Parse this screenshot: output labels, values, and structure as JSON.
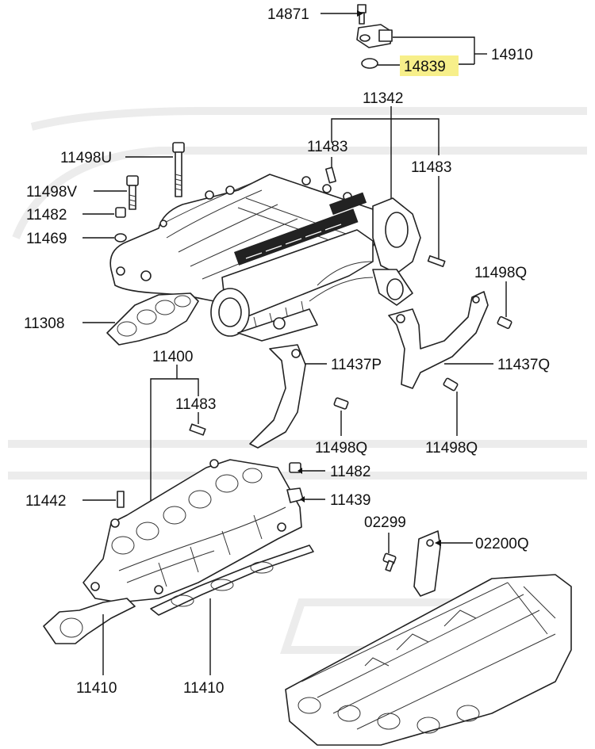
{
  "colors": {
    "highlight": "#f7ef8a",
    "ink": "#111111"
  },
  "labels": {
    "p14871": "14871",
    "p14910": "14910",
    "p14839": "14839",
    "p11342": "11342",
    "p11483a": "11483",
    "p11483b": "11483",
    "p11483c": "11483",
    "p11498u": "11498U",
    "p11498v": "11498V",
    "p11482a": "11482",
    "p11469": "11469",
    "p11308": "11308",
    "p11498qa": "11498Q",
    "p11437p": "11437P",
    "p11437q": "11437Q",
    "p11400": "11400",
    "p11498qb": "11498Q",
    "p11498qc": "11498Q",
    "p11482b": "11482",
    "p11442": "11442",
    "p11439": "11439",
    "p02299": "02299",
    "p02200q": "02200Q",
    "p11410a": "11410",
    "p11410b": "11410"
  }
}
